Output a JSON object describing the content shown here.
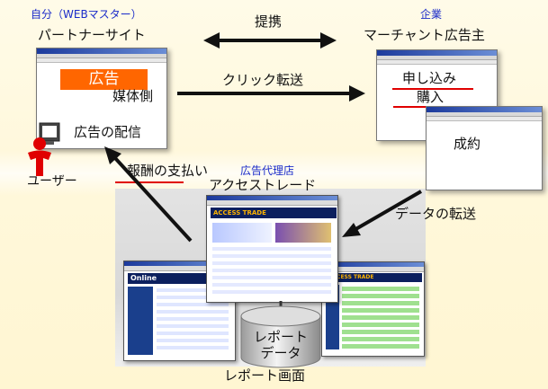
{
  "left_entity": {
    "role": "自分（WEBマスター）",
    "name": "パートナーサイト",
    "ad_label": "広告",
    "media_side": "媒体側",
    "ad_delivery": "広告の配信"
  },
  "right_entity": {
    "role": "企業",
    "name": "マーチャント広告主",
    "apply_label": "申し込み",
    "purchase_label": "購入",
    "result_label": "成約"
  },
  "links": {
    "partnership": "提携",
    "click_transfer": "クリック転送",
    "reward_payment": "報酬の支払い",
    "data_transfer": "データの転送"
  },
  "user": {
    "label": "ユーザー"
  },
  "agency": {
    "role": "広告代理店",
    "name": "アクセストレード"
  },
  "report": {
    "database_label": "レポート\nデータ",
    "screen_label": "レポート画面",
    "left_screen_logo": "Online",
    "center_screen_logo": "ACCESS TRADE",
    "right_screen_logo": "ACCESS TRADE"
  },
  "colors": {
    "accent_blue": "#1a2bc9",
    "ad_orange": "#ff6600",
    "underline_red": "#e00000",
    "user_red": "#e00000",
    "background": "#fff8dc"
  },
  "icons": [
    "arrow-double-icon",
    "arrow-right-icon",
    "arrow-diagonal-icon",
    "user-figure-icon",
    "monitor-icon",
    "database-icon"
  ]
}
